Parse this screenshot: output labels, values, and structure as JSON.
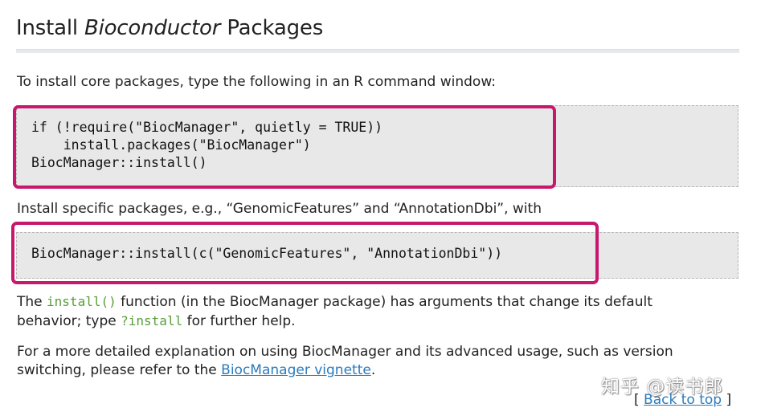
{
  "heading": {
    "prefix": "Install ",
    "emphasis": "Bioconductor",
    "suffix": " Packages"
  },
  "intro_text": "To install core packages, type the following in an R command window:",
  "code_block_1": {
    "line1": "if (!require(\"BiocManager\", quietly = TRUE))",
    "line2": "    install.packages(\"BiocManager\")",
    "line3": "BiocManager::install()"
  },
  "specific_text": "Install specific packages, e.g., “GenomicFeatures” and “AnnotationDbi”, with",
  "code_block_2": {
    "line1": "BiocManager::install(c(\"GenomicFeatures\", \"AnnotationDbi\"))"
  },
  "function_note": {
    "part1": "The ",
    "code1": "install()",
    "part2": " function (in the BiocManager package) has arguments that change its default",
    "part3": "behavior; type ",
    "code2": "?install",
    "part4": " for further help."
  },
  "more_info": {
    "line1": "For a more detailed explanation on using BiocManager and its advanced usage, such as version",
    "part2": "switching, please refer to the ",
    "link_text": "BiocManager vignette",
    "part3": "."
  },
  "watermark": "知乎 @读书郎",
  "back_to_top": {
    "open": "[ ",
    "link_text": "Back to top",
    "close": " ]"
  },
  "colors": {
    "highlight_border": "#c8186e",
    "code_background": "#e8e8e8",
    "inline_code": "#5a9e3a",
    "link": "#2a7bbd"
  }
}
